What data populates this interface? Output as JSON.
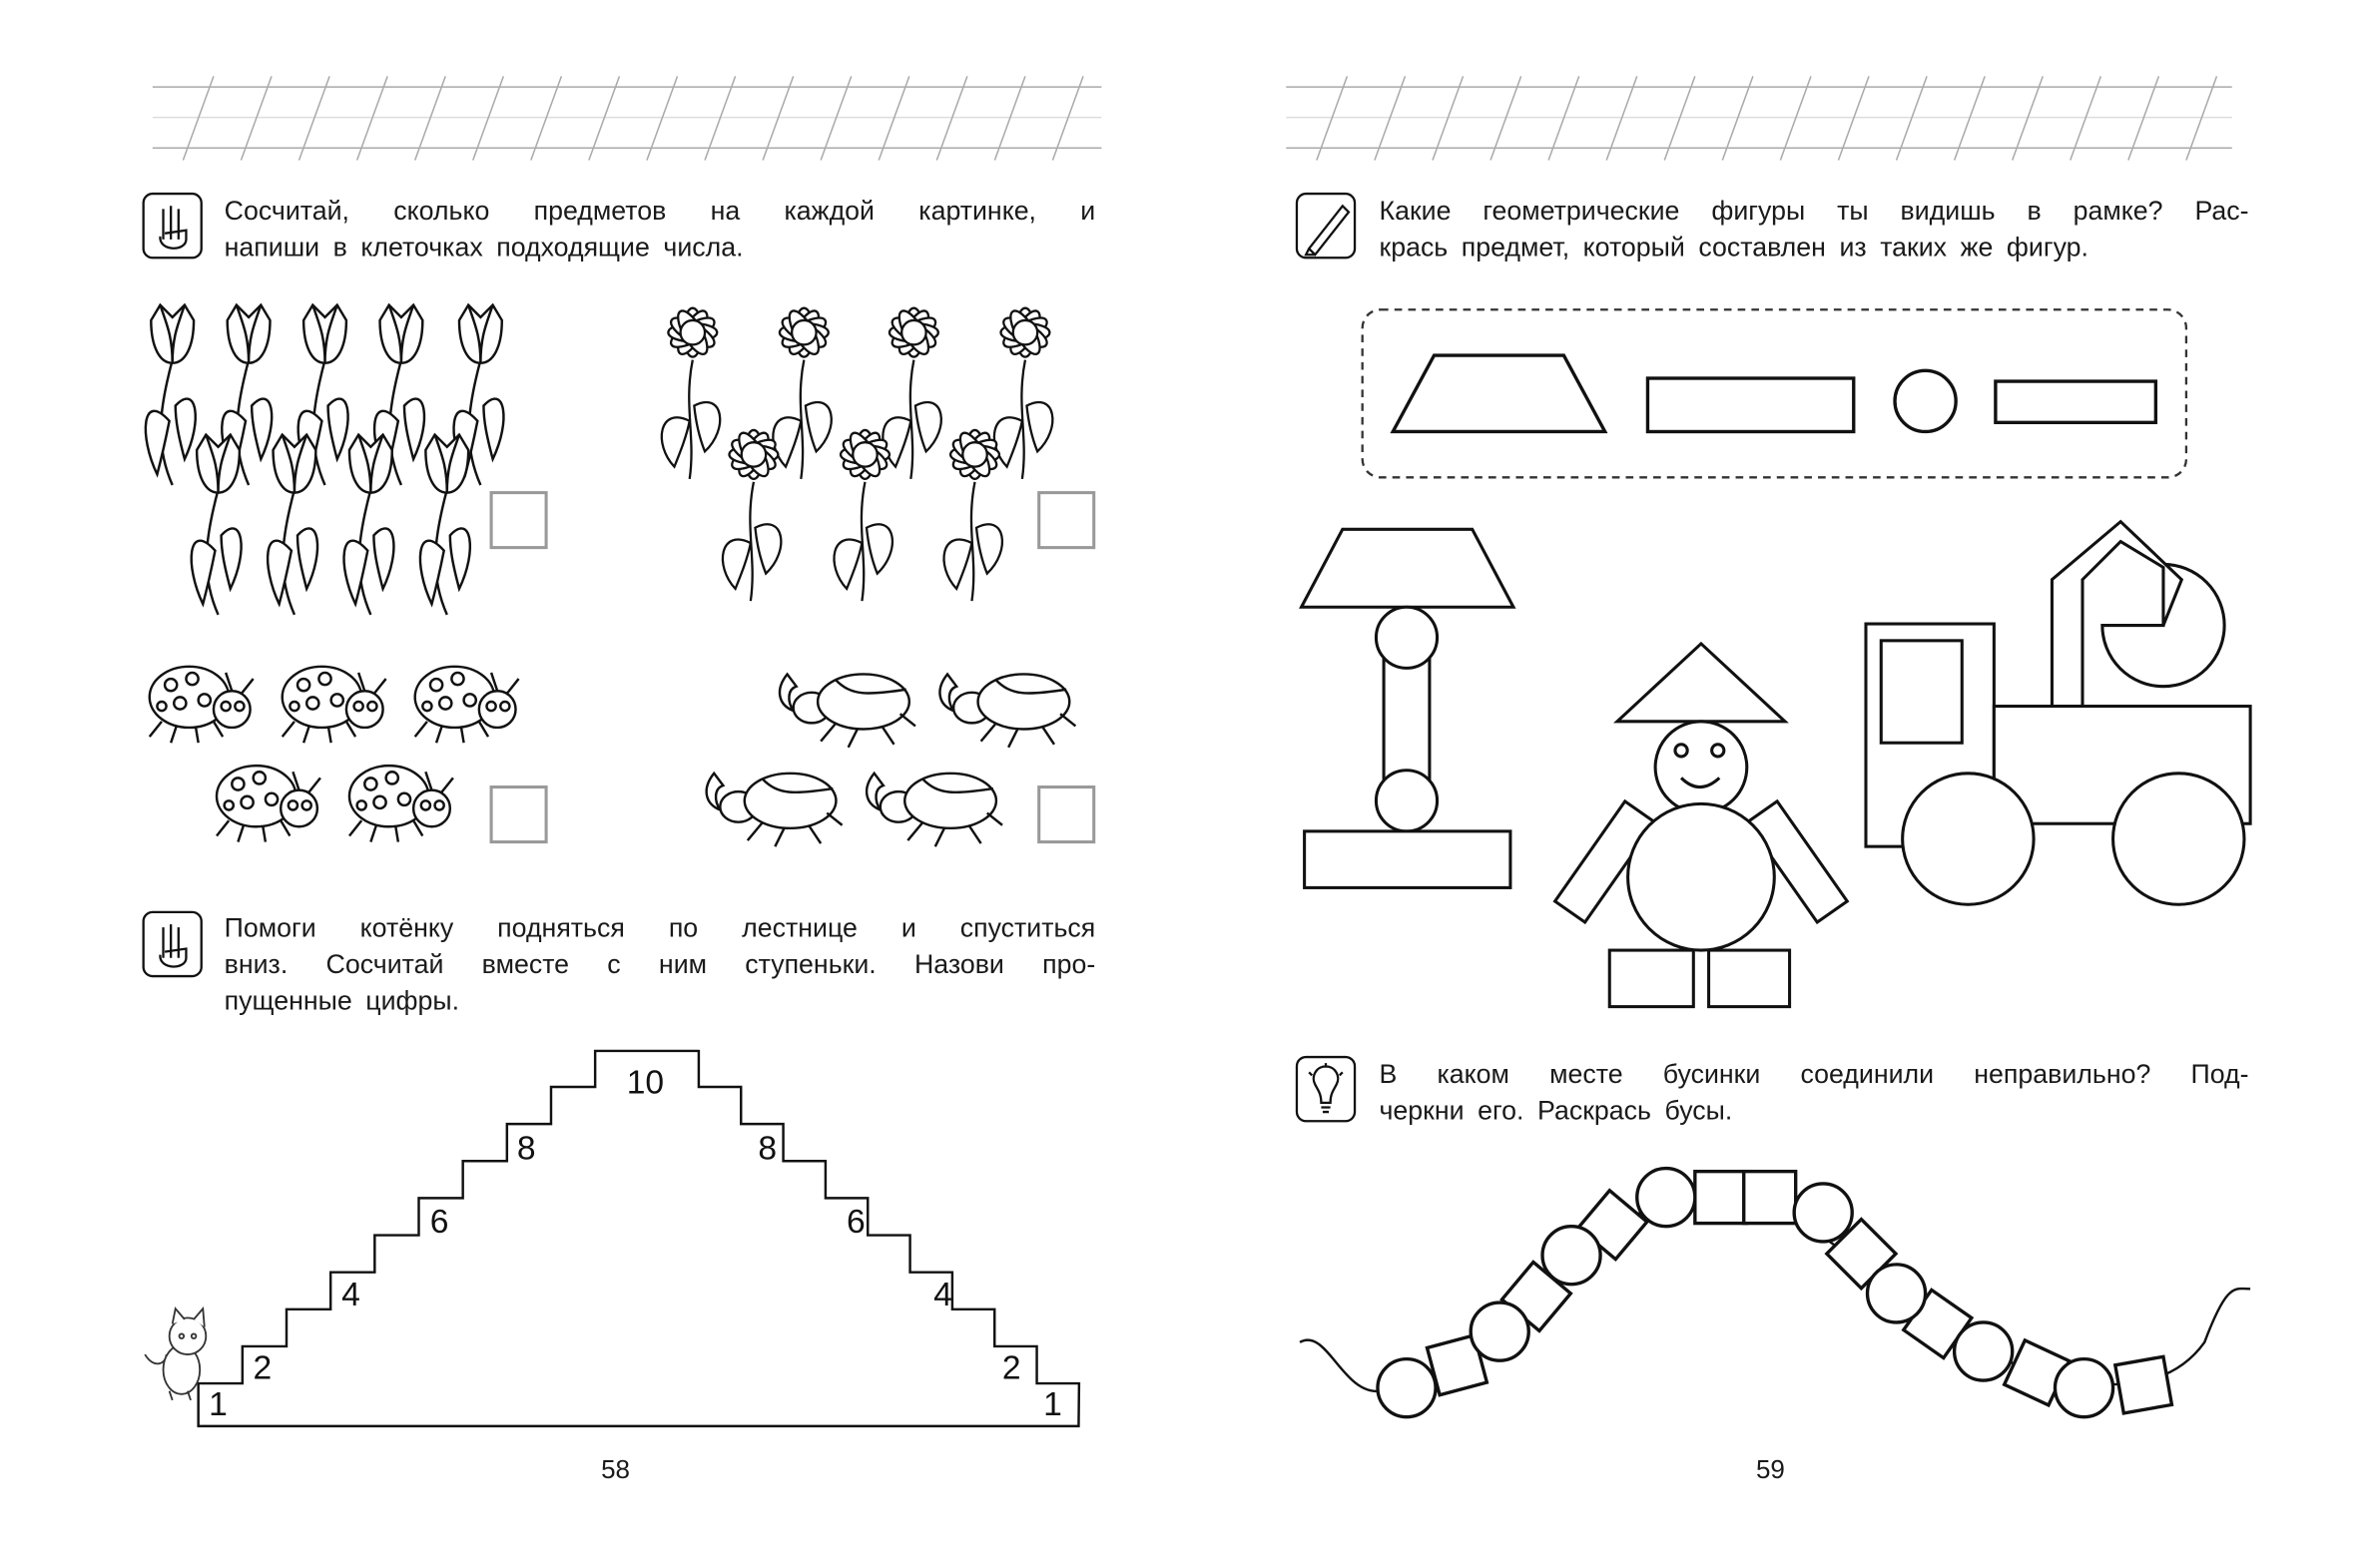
{
  "left_page": {
    "page_number": "58",
    "task1": {
      "icon": "counting-hand-icon",
      "lines": [
        "Сосчитай, сколько предметов на каждой картинке, и",
        "напиши в клеточках подходящие числа."
      ],
      "groups": [
        {
          "item": "tulip",
          "count_shown": 9
        },
        {
          "item": "daisy",
          "count_shown": 7
        },
        {
          "item": "ladybug",
          "count_shown": 5
        },
        {
          "item": "beetle",
          "count_shown": 4
        }
      ]
    },
    "task2": {
      "icon": "counting-hand-icon",
      "lines": [
        "Помоги котёнку подняться по лестнице и спуститься",
        "вниз. Сосчитай вместе с ним ступеньки. Назови про-",
        "пущенные цифры."
      ],
      "stairs_up": [
        "1",
        "2",
        "4",
        "6",
        "8",
        "10"
      ],
      "stairs_down": [
        "8",
        "6",
        "4",
        "2",
        "1"
      ]
    }
  },
  "right_page": {
    "page_number": "59",
    "task1": {
      "icon": "pencil-icon",
      "lines": [
        "Какие геометрические фигуры ты видишь в рамке? Рас-",
        "крась предмет, который составлен из таких же фигур."
      ]
    },
    "task2": {
      "icon": "lightbulb-icon",
      "lines": [
        "В каком месте бусинки соединили неправильно? Под-",
        "черкни его. Раскрась бусы."
      ]
    }
  }
}
